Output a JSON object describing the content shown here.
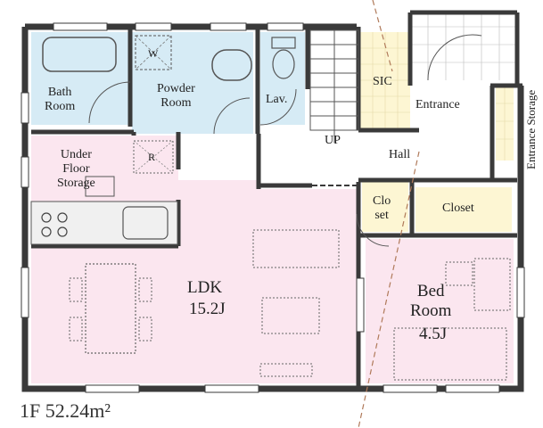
{
  "colors": {
    "wet_area": "#d6ebf5",
    "living": "#fbe6ef",
    "storage": "#fdf6d3",
    "wall": "#3a3a3a",
    "accent_line": "#b07a5a"
  },
  "rooms": {
    "bath": "Bath\nRoom",
    "powder": "Powder\nRoom",
    "lav": "Lav.",
    "under_floor": "Under\nFloor\nStorage",
    "ldk_name": "LDK",
    "ldk_size": "15.2J",
    "bed_name": "Bed\nRoom",
    "bed_size": "4.5J",
    "closet_small": "Clo\nset",
    "closet": "Closet",
    "sic": "SIC",
    "entrance": "Entrance",
    "hall": "Hall",
    "entrance_storage": "Entrance Storage"
  },
  "marks": {
    "up": "UP",
    "washer": "W",
    "fridge": "R"
  },
  "floor_area": "1F 52.24m²"
}
